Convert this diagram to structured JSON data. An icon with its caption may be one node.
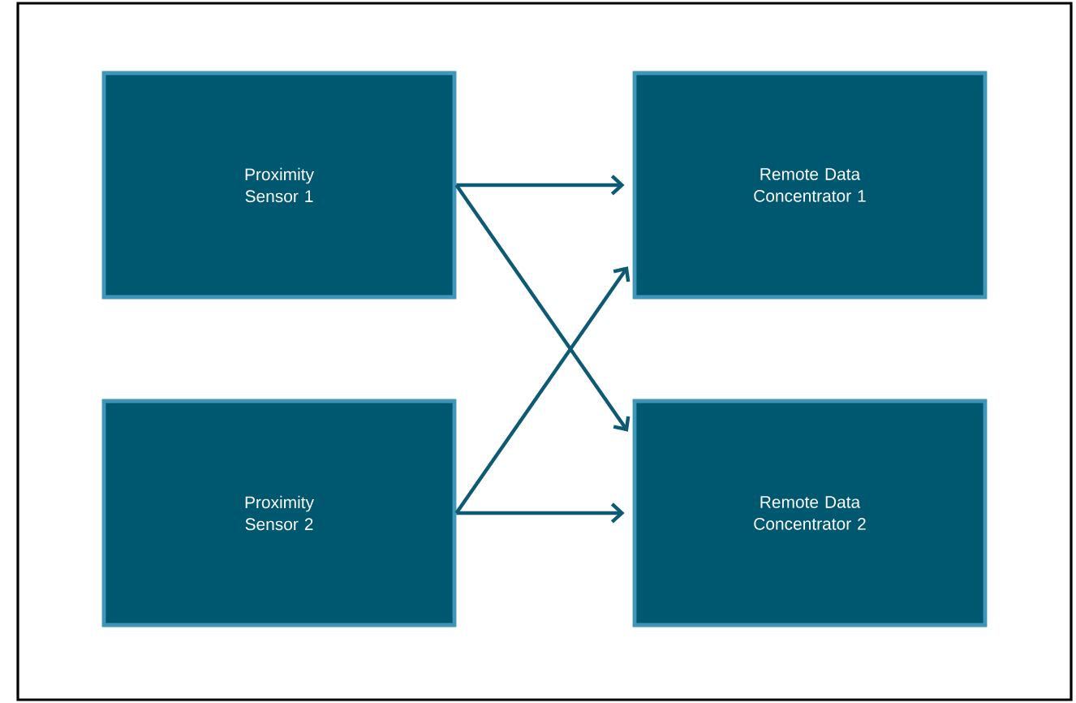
{
  "diagram": {
    "nodes": [
      {
        "text": [
          "Proximity Sensor 1"
        ]
      },
      {
        "text": [
          "Remote Data Concentrator 1"
        ]
      },
      {
        "text": [
          "Proximity Sensor 2"
        ]
      },
      {
        "text": [
          "Remote Data Concentrator 2"
        ]
      }
    ],
    "edges": [
      {
        "from": 0,
        "to": 1,
        "arrow": "to"
      },
      {
        "from": 0,
        "to": 3,
        "arrow": "to"
      },
      {
        "from": 2,
        "to": 1,
        "arrow": "to"
      },
      {
        "from": 2,
        "to": 3,
        "arrow": "to"
      }
    ]
  }
}
